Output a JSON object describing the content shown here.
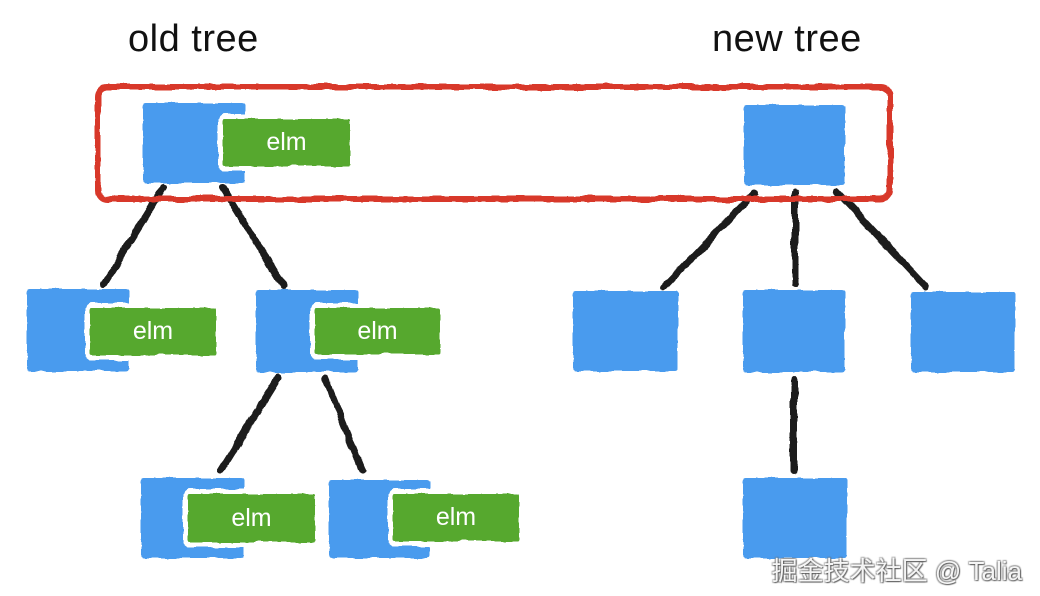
{
  "diagram": {
    "old_tree": {
      "title": "old tree",
      "nodes": [
        {
          "id": "root",
          "label": "elm"
        },
        {
          "id": "child-1",
          "label": "elm"
        },
        {
          "id": "child-2",
          "label": "elm"
        },
        {
          "id": "grandchild-1",
          "label": "elm"
        },
        {
          "id": "grandchild-2",
          "label": "elm"
        }
      ]
    },
    "new_tree": {
      "title": "new tree",
      "nodes": [
        {
          "id": "root",
          "label": null
        },
        {
          "id": "child-1",
          "label": null
        },
        {
          "id": "child-2",
          "label": null
        },
        {
          "id": "child-3",
          "label": null
        },
        {
          "id": "grandchild-1",
          "label": null
        }
      ]
    },
    "colors": {
      "node_blue": "#4a9bee",
      "label_green": "#57a82f",
      "highlight_red": "#d8372a",
      "edge_black": "#1a1a1a"
    }
  },
  "watermark": {
    "text": "掘金技术社区 @ Talia"
  }
}
